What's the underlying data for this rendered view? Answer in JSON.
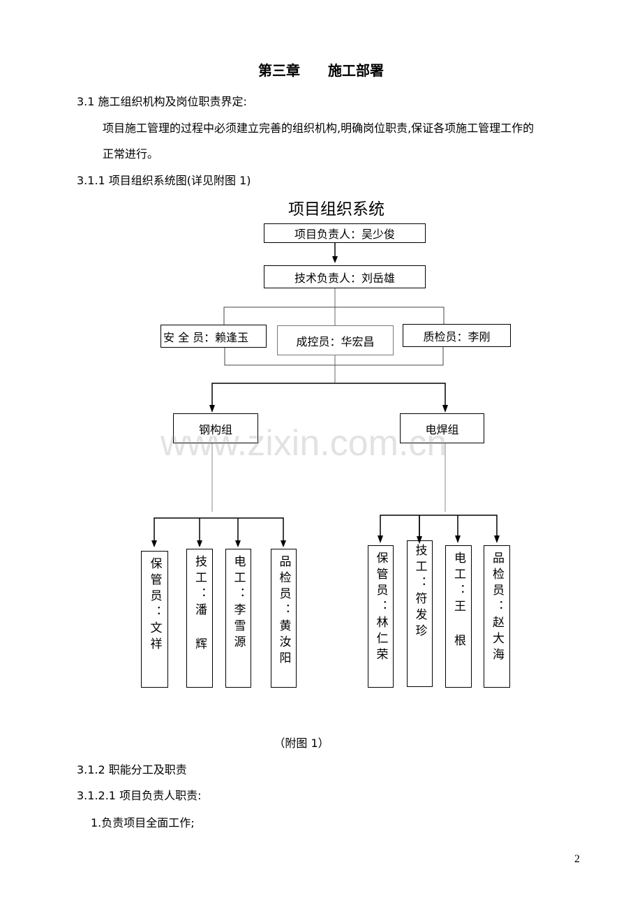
{
  "heading": "第三章　　施工部署",
  "sec_3_1": "3.1 施工组织机构及岗位职责界定:",
  "para_line1": "项目施工管理的过程中必须建立完善的组织机构,明确岗位职责,保证各项施工管理工作的",
  "para_line2": "正常进行。",
  "sec_3_1_1": "3.1.1 项目组织系统图(详见附图 1)",
  "org": {
    "title": "项目组织系统",
    "project_lead": "项目负责人：吴少俊",
    "tech_lead": "技术负责人：刘岳雄",
    "safety": "安 全 员：赖逢玉",
    "cost": "成控员：华宏昌",
    "quality": "质检员：李刚",
    "group_steel": "钢构组",
    "group_weld": "电焊组",
    "steel_members": [
      "保管员：文祥",
      "技工：潘 辉",
      "电工：李雪源",
      "品检员：黄汝阳"
    ],
    "weld_members": [
      "保管员：林仁荣",
      "技工：符发珍",
      "电工：王 根",
      "品检员：赵大海"
    ]
  },
  "watermark": "www.zixin.com.cn",
  "caption": "（附图 1）",
  "sec_3_1_2": "3.1.2 职能分工及职责",
  "sec_3_1_2_1": "3.1.2.1 项目负责人职责:",
  "item_1": "1.负责项目全面工作;",
  "page_number": "2"
}
